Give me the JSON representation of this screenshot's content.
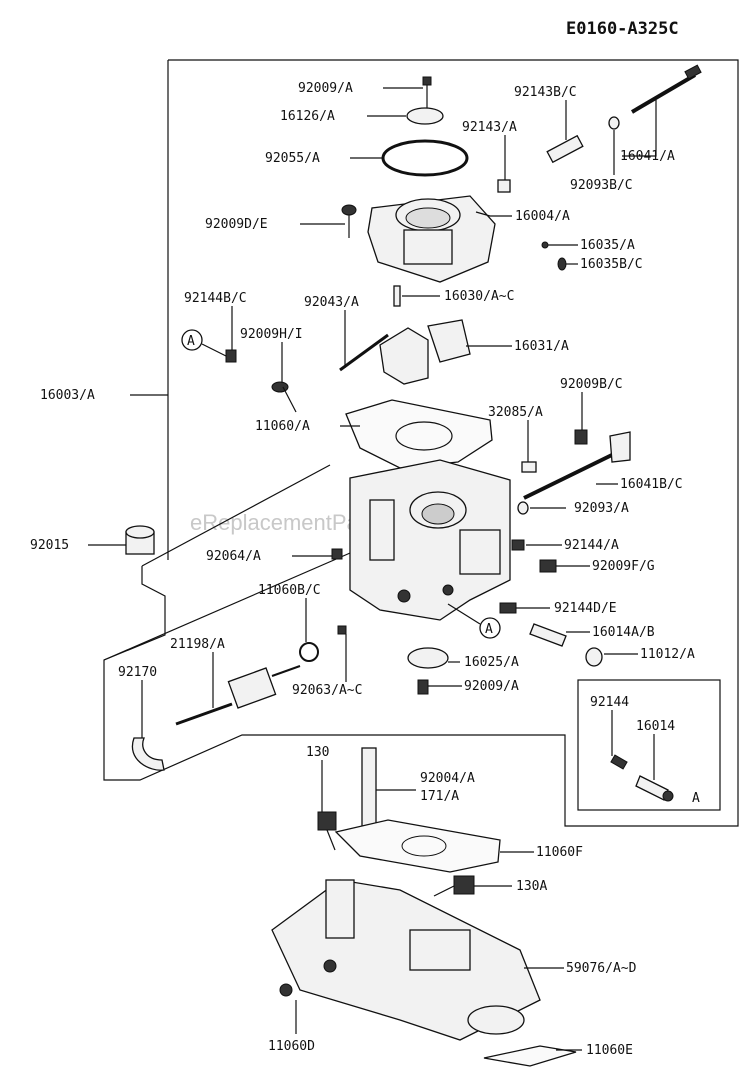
{
  "diagram_code": "E0160-A325C",
  "watermark": "eReplacementParts.com",
  "callout_A": "A",
  "labels": {
    "p92009A_top": "92009/A",
    "p16126A": "16126/A",
    "p92055A": "92055/A",
    "p92143BC": "92143B/C",
    "p92143A": "92143/A",
    "p16041A": "16041/A",
    "p92093BC": "92093B/C",
    "p92009DE": "92009D/E",
    "p16004A": "16004/A",
    "p16035A": "16035/A",
    "p16035BC": "16035B/C",
    "p92144BC": "92144B/C",
    "p92043A": "92043/A",
    "p16030AC": "16030/A~C",
    "p92009HI": "92009H/I",
    "p16031A": "16031/A",
    "p16003A": "16003/A",
    "p92009BC": "92009B/C",
    "p11060A": "11060/A",
    "p32085A": "32085/A",
    "p16041BC": "16041B/C",
    "p92093A": "92093/A",
    "p92015": "92015",
    "p92064A": "92064/A",
    "p92144A": "92144/A",
    "p92009FG": "92009F/G",
    "p11060BC": "11060B/C",
    "p92144DE": "92144D/E",
    "p21198A": "21198/A",
    "p16014AB": "16014A/B",
    "p92170": "92170",
    "p16025A": "16025/A",
    "p11012A": "11012/A",
    "p92063AC": "92063/A~C",
    "p92009A_bot": "92009/A",
    "p92144": "92144",
    "p16014": "16014",
    "inset_A": "A",
    "p130": "130",
    "p92004A": "92004/A",
    "p171A": "171/A",
    "p11060F": "11060F",
    "p130A": "130A",
    "p59076AD": "59076/A~D",
    "p11060D": "11060D",
    "p11060E": "11060E"
  }
}
